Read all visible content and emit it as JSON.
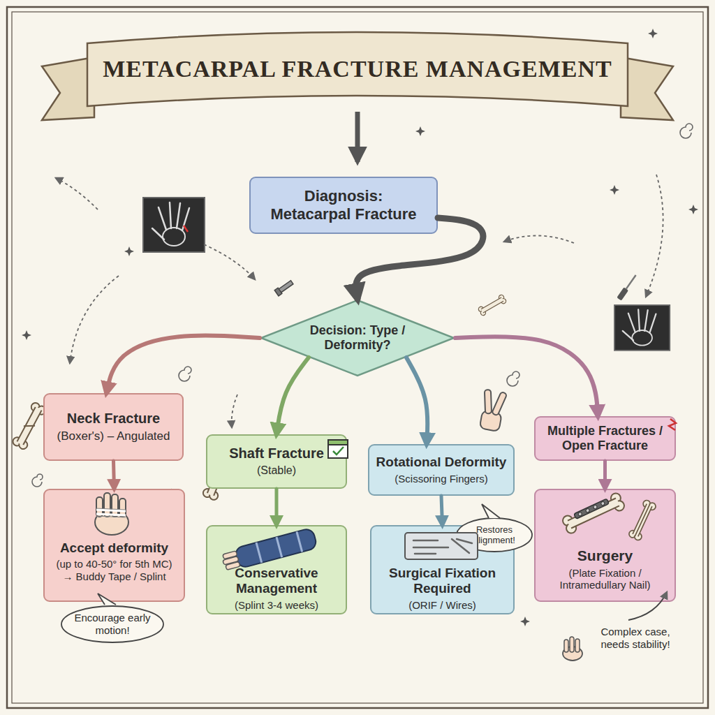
{
  "diagram": {
    "title": "METACARPAL FRACTURE MANAGEMENT",
    "nodes": [
      {
        "text": [
          "Diagnosis: Metacarpal Fracture"
        ]
      },
      {
        "text": [
          "Decision: Type / Deformity?"
        ]
      },
      {
        "text": [
          "Neck Fracture",
          "(Boxer's) – Angulated"
        ]
      },
      {
        "text": [
          "Shaft Fracture",
          "(Stable)"
        ]
      },
      {
        "text": [
          "Rotational Deformity",
          "(Scissoring Fingers)"
        ]
      },
      {
        "text": [
          "Multiple Fractures / Open Fracture"
        ]
      },
      {
        "text": [
          "Accept deformity",
          "(up to 40-50° for 5th MC) → Buddy Tape / Splint"
        ]
      },
      {
        "text": [
          "Conservative Management",
          "(Splint 3-4 weeks)"
        ]
      },
      {
        "text": [
          "Surgical Fixation Required",
          "(ORIF / Wires)"
        ]
      },
      {
        "text": [
          "Surgery",
          "(Plate Fixation / Intramedullary Nail)"
        ]
      },
      {
        "text": [
          "Encourage early motion!"
        ]
      },
      {
        "text": [
          "Restores alignment!"
        ]
      }
    ],
    "edges": [
      {
        "from": 0,
        "to": 1,
        "arrow": "to"
      },
      {
        "from": 1,
        "to": 2,
        "arrow": "to"
      },
      {
        "from": 1,
        "to": 3,
        "arrow": "to"
      },
      {
        "from": 1,
        "to": 4,
        "arrow": "to"
      },
      {
        "from": 1,
        "to": 5,
        "arrow": "to"
      },
      {
        "from": 2,
        "to": 6,
        "arrow": "to"
      },
      {
        "from": 3,
        "to": 7,
        "arrow": "to"
      },
      {
        "from": 4,
        "to": 8,
        "arrow": "to"
      },
      {
        "from": 5,
        "to": 9,
        "arrow": "to"
      }
    ],
    "labels": [
      "Complex case, needs stability!"
    ]
  }
}
